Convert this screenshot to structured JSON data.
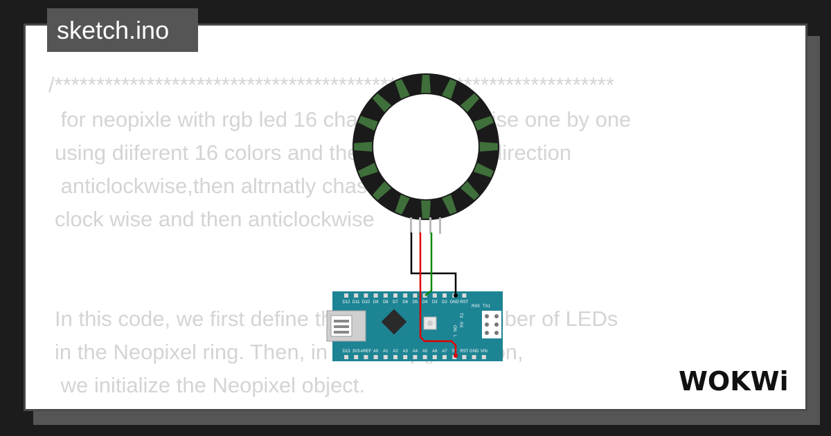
{
  "header": {
    "filename": "sketch.ino"
  },
  "code_lines": [
    "/*******************************************************************",
    " for neopixle with rgb led 16 chase led clock wise one by one",
    "using diiferent 16 colors and then reverse the direction",
    " anticlockwise,then altrnatly chase the leds",
    "clock wise and then anticlockwise",
    "In this code, we first define the pin and the number of LEDs",
    "in the Neopixel ring. Then, in the setup() function,",
    " we initialize the Neopixel object."
  ],
  "board": {
    "top_pins": [
      "D12",
      "D11",
      "D10",
      "D9",
      "D8",
      "D7",
      "D6",
      "D5",
      "D4",
      "D3",
      "D2",
      "GND",
      "RST"
    ],
    "bottom_pins": [
      "D13",
      "3V3",
      "AREF",
      "A0",
      "A1",
      "A2",
      "A3",
      "A4",
      "A5",
      "A6",
      "A7",
      "5V",
      "RST",
      "GND",
      "VIN"
    ],
    "labels": [
      "RX0",
      "TX1",
      "TX",
      "RX",
      "ON",
      "L"
    ]
  },
  "brand": {
    "logo_text": "WOKWi"
  },
  "colors": {
    "background": "#1c1c1c",
    "card": "#ffffff",
    "tab": "#555555",
    "board": "#1d8494",
    "ring": "#1a1a1a",
    "ring_led": "#3f6f3a",
    "wire_red": "#e00000",
    "wire_green": "#0a8a0a"
  }
}
